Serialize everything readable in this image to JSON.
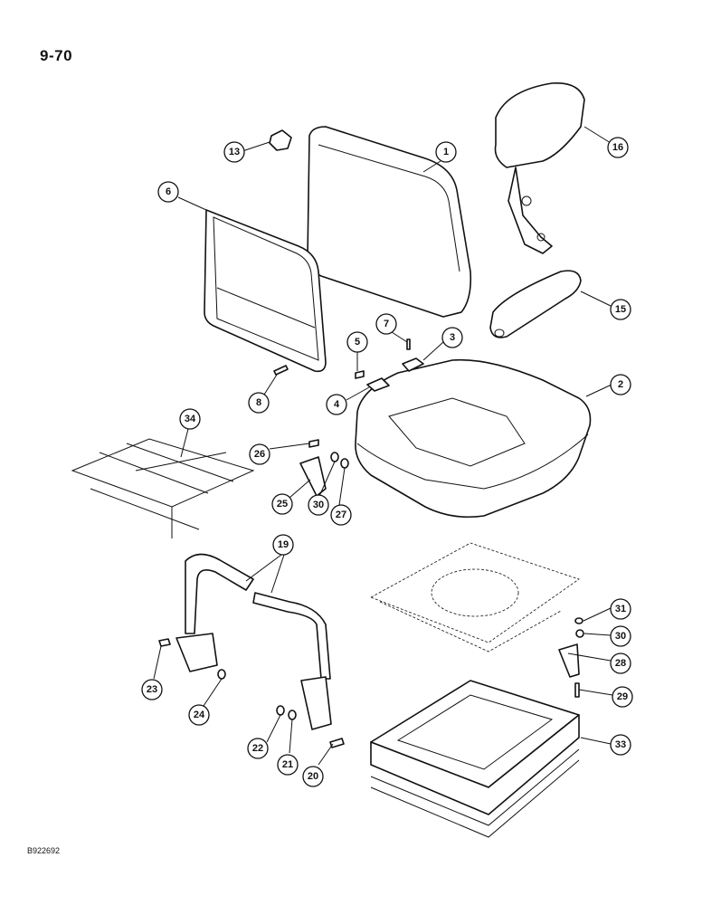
{
  "page": {
    "number": "9-70",
    "figure_code": "B922692"
  },
  "callouts": [
    "1",
    "2",
    "3",
    "4",
    "5",
    "6",
    "7",
    "8",
    "13",
    "15",
    "16",
    "19",
    "20",
    "21",
    "22",
    "23",
    "24",
    "25",
    "26",
    "27",
    "28",
    "29",
    "30",
    "30",
    "31",
    "33",
    "34"
  ]
}
